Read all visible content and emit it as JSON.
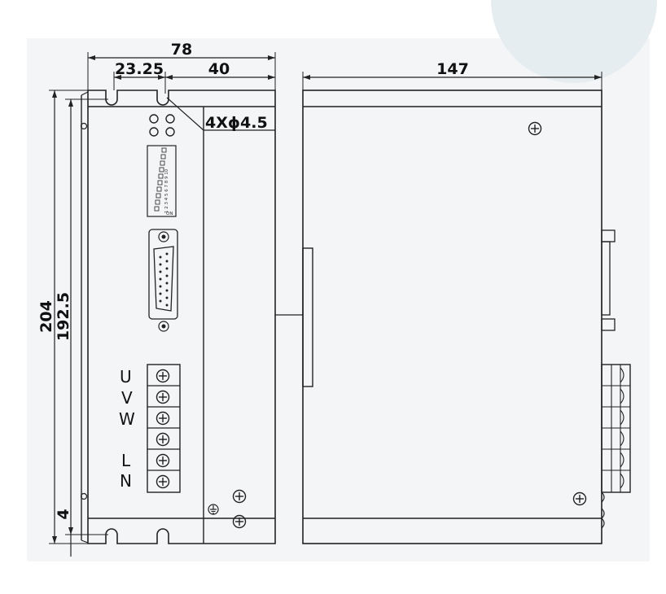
{
  "dimensions": {
    "total_width": "78",
    "hole_offset": "23.25",
    "right_section": "40",
    "depth": "147",
    "total_height": "204",
    "hole_spacing": "192.5",
    "bottom_margin": "4",
    "mount_holes": "4Xϕ4.5"
  },
  "terminals": [
    "U",
    "V",
    "W",
    "L",
    "N"
  ],
  "dip_switch_numbers": "1 2 3 4 5 6 7 8 9 10",
  "dip_switch_on_label": "ON",
  "colors": {
    "background": "#ffffff",
    "panel_background": "#f3f5f7",
    "line": "#222222",
    "corner_shape": "#e6edf1"
  },
  "icons": [
    "screw-icon",
    "ground-icon",
    "db15-connector-icon",
    "led-indicator-icon",
    "dip-switch-icon"
  ]
}
